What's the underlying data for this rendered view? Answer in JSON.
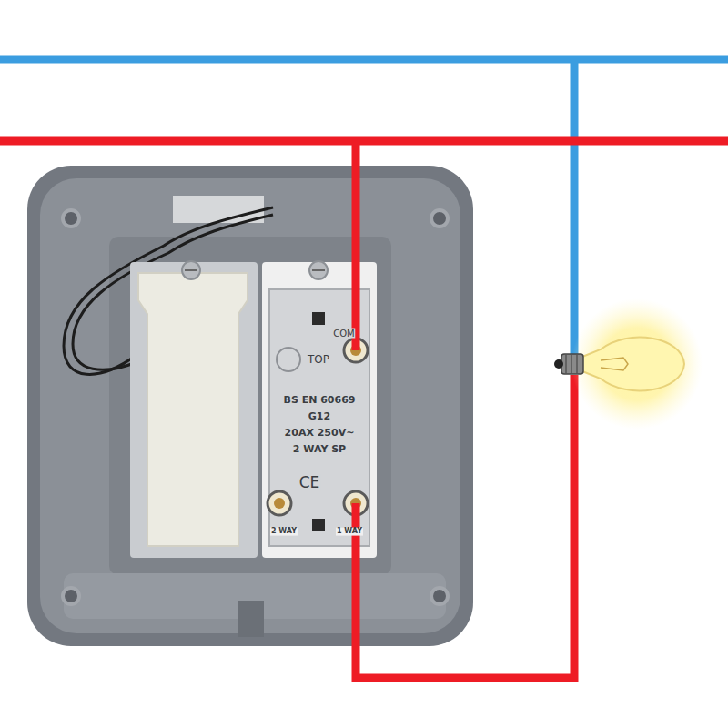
{
  "diagram": {
    "labels": [
      "COM",
      "TOP",
      "BS EN 60669",
      "G12",
      "20AX 250V~",
      "2 WAY SP",
      "CE",
      "2 WAY",
      "1 WAY"
    ]
  }
}
